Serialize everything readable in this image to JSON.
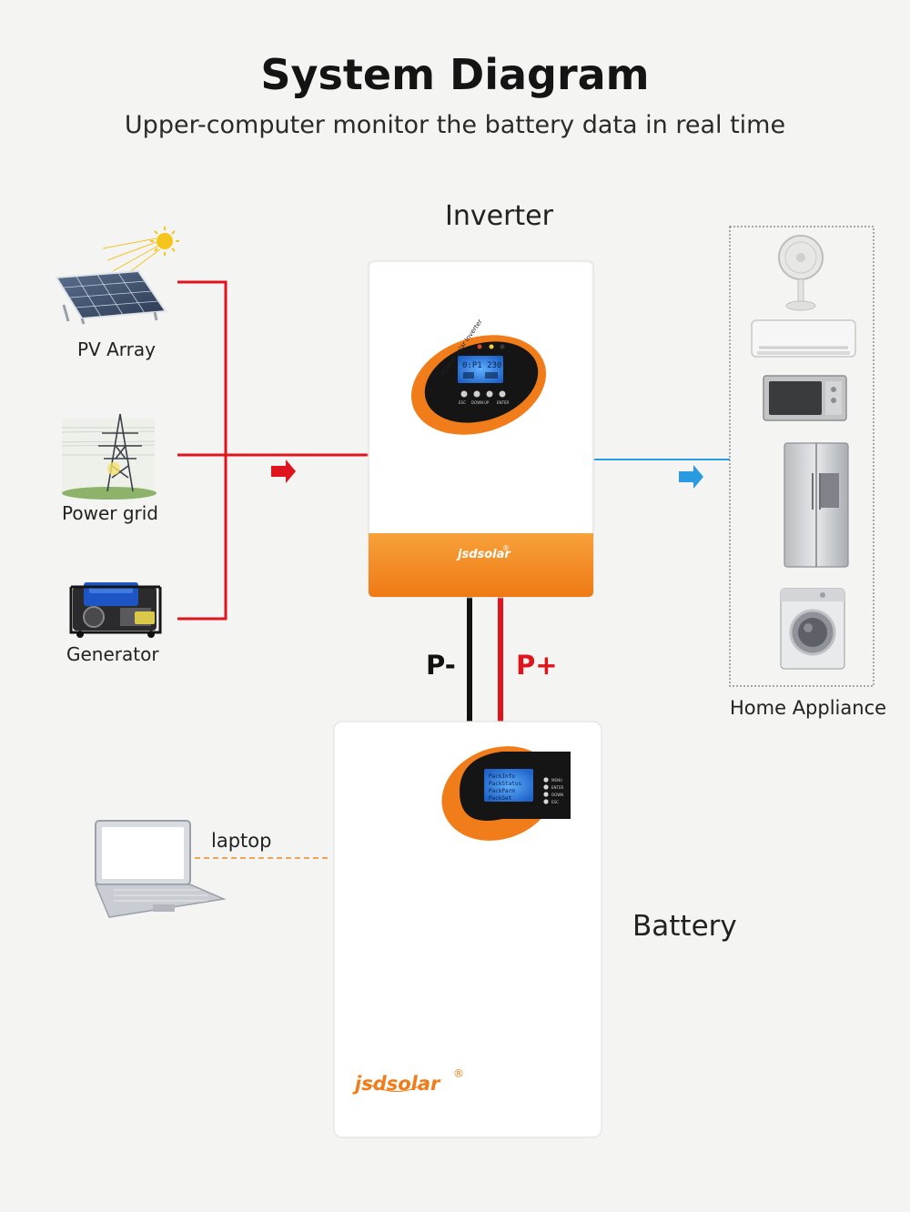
{
  "header": {
    "title": "System Diagram",
    "subtitle": "Upper-computer monitor the battery data in real time"
  },
  "sources": {
    "pv": "PV Array",
    "grid": "Power grid",
    "generator": "Generator"
  },
  "inverter": {
    "label": "Inverter",
    "brand": "jsdsolar",
    "lcd_readout": "0:P1 230",
    "buttons": [
      "ESC",
      "DOWN",
      "UP",
      "ENTER"
    ]
  },
  "load": {
    "label": "Home Appliance"
  },
  "cables": {
    "negative": "P-",
    "positive": "P+"
  },
  "battery": {
    "label": "Battery",
    "brand": "jsdsolar",
    "menu": [
      "PackInfo",
      "PackStatus",
      "PackParm",
      "PackSet"
    ],
    "buttons": [
      "MENU",
      "ENTER",
      "DOWN",
      "ESC"
    ]
  },
  "monitor": {
    "label": "laptop"
  },
  "colors": {
    "input_line": "#e0141c",
    "output_line": "#2a9be0",
    "orange": "#f07d1a",
    "background": "#f4f4f3"
  }
}
